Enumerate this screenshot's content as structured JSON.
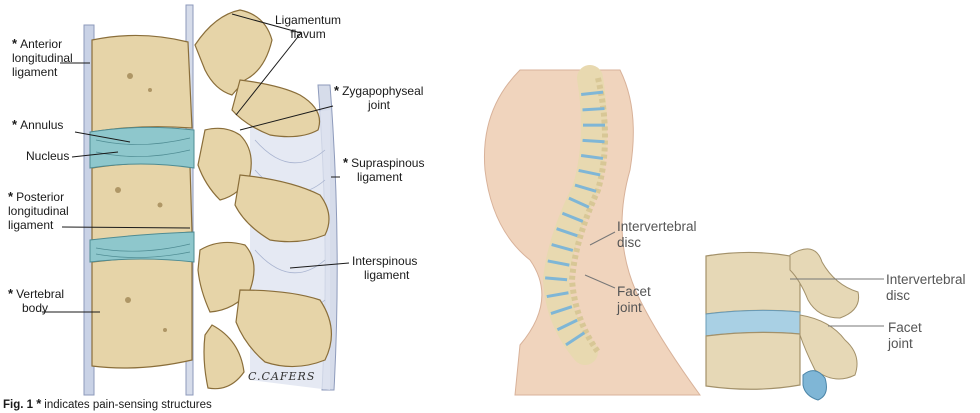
{
  "left_figure": {
    "labels": {
      "ligamentum_flavum": [
        "Ligamentum",
        "flavum"
      ],
      "anterior_longitudinal": [
        "Anterior",
        "longitudinal",
        "ligament"
      ],
      "zygapophyseal": [
        "Zygapophyseal",
        "joint"
      ],
      "annulus": "Annulus",
      "nucleus": "Nucleus",
      "supraspinous": [
        "Supraspinous",
        "ligament"
      ],
      "posterior_longitudinal": [
        "Posterior",
        "longitudinal",
        "ligament"
      ],
      "interspinous": [
        "Interspinous",
        "ligament"
      ],
      "vertebral_body": [
        "Vertebral",
        "body"
      ]
    },
    "pain_marker": "*",
    "signature": "C.CAFERS",
    "caption": {
      "prefix": "Fig. 1",
      "marker": "*",
      "text": "indicates pain-sensing structures"
    }
  },
  "right_figure": {
    "upper_labels": {
      "disc": [
        "Intervertebral",
        "disc"
      ],
      "facet": [
        "Facet",
        "joint"
      ]
    },
    "lower_labels": {
      "disc": [
        "Intervertebral",
        "disc"
      ],
      "facet": [
        "Facet",
        "joint"
      ]
    }
  },
  "colors": {
    "bone": "#e6d4a8",
    "bone_dark": "#b89a5c",
    "disc": "#8ec7cc",
    "ligament": "#c9d2e6",
    "body_skin": "#f0d4bd",
    "spine_bone": "#efe3c0",
    "spine_disc": "#7fb6d6"
  }
}
